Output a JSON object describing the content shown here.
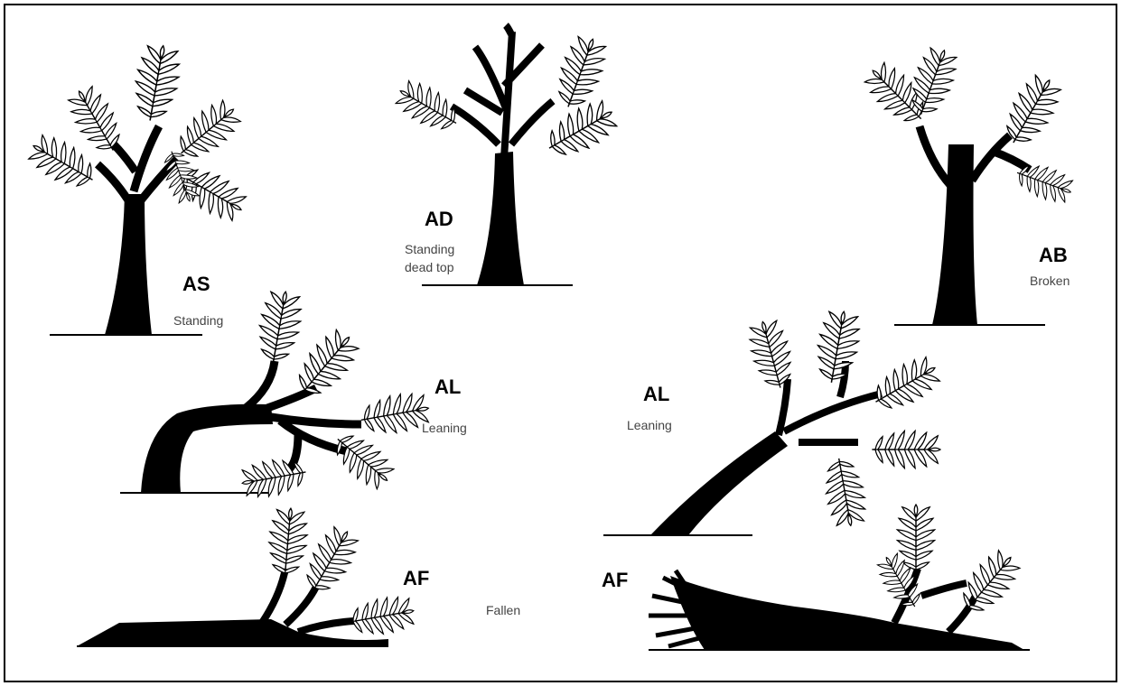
{
  "colors": {
    "ink": "#000000",
    "label_gray": "#444444",
    "background": "#ffffff"
  },
  "trees": [
    {
      "code": "AS",
      "description": [
        "Standing"
      ],
      "icon": "standing-tree-icon"
    },
    {
      "code": "AD",
      "description": [
        "Standing",
        "dead top"
      ],
      "icon": "dead-top-tree-icon"
    },
    {
      "code": "AB",
      "description": [
        "Broken"
      ],
      "icon": "broken-tree-icon"
    },
    {
      "code": "AL",
      "description": [
        "Leaning"
      ],
      "icon": "leaning-tree-icon"
    },
    {
      "code": "AL",
      "description": [
        "Leaning"
      ],
      "icon": "leaning-tree-icon"
    },
    {
      "code": "AF",
      "description": [
        "Fallen"
      ],
      "icon": "fallen-tree-icon"
    },
    {
      "code": "AF",
      "description": [],
      "icon": "fallen-tree-icon"
    }
  ]
}
